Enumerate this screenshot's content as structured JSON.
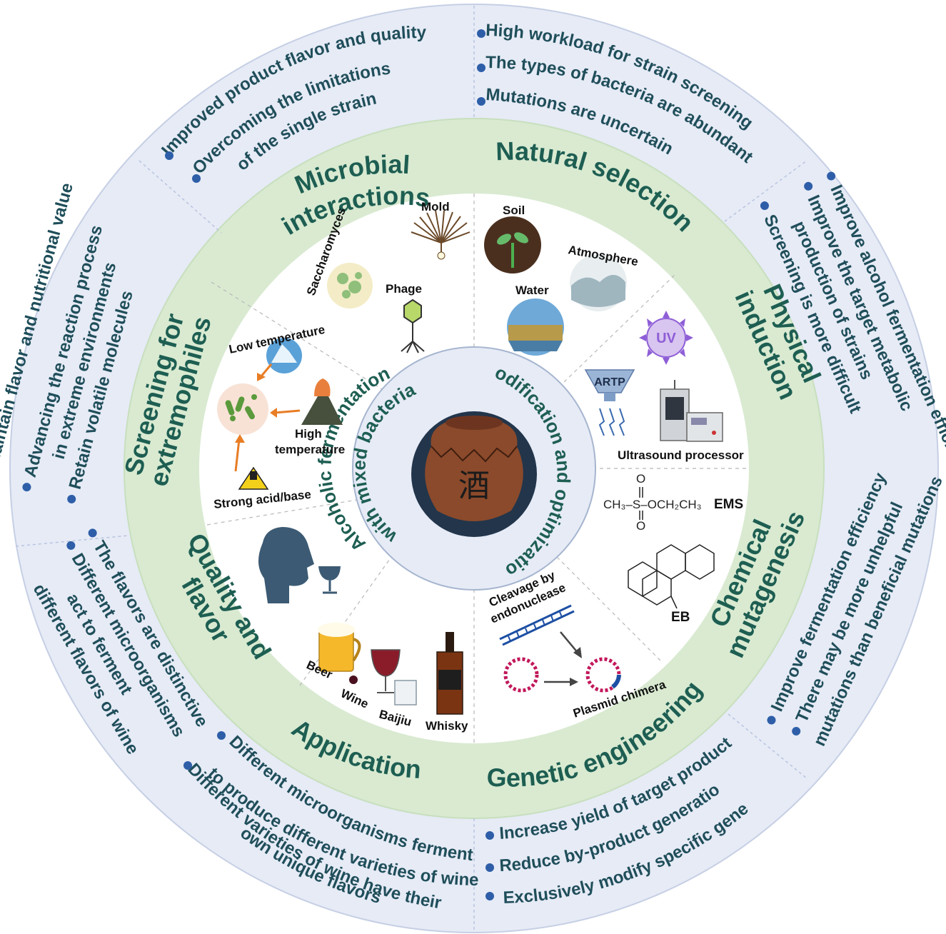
{
  "center": {
    "left_line1": "Alcoholic fermentation",
    "left_line2": "with mixed bacteria",
    "right": "Modification and optimization",
    "jar_char": "酒"
  },
  "sectors": {
    "microbial": [
      "Microbial",
      "interactions"
    ],
    "natural": "Natural selection",
    "physical": [
      "Physical",
      "induction"
    ],
    "chemical": [
      "Chemical",
      "mutagenesis"
    ],
    "genetic": "Genetic engineering",
    "application": "Application",
    "quality": [
      "Quality and",
      "flavor"
    ],
    "extremophiles": [
      "Screening for",
      "extremophiles"
    ]
  },
  "outer": {
    "top_left": [
      "Improved product flavor and quality",
      "Overcoming the limitations",
      "of the single strain"
    ],
    "top_right": [
      "High workload for strain screening",
      "The types of bacteria are abundant",
      "Mutations are uncertain"
    ],
    "right_upper": [
      "Improve alcohol fermentation efficiency",
      "Improve the target metabolic",
      "production of strains",
      "Screening is more difficult"
    ],
    "right_lower": [
      "Improve fermentation efficiency",
      "There may be more unhelpful",
      "mutations than beneficial mutations"
    ],
    "bottom_right": [
      "Increase yield of target products",
      "Reduce by-product generation",
      "Exclusively modify specific genes"
    ],
    "bottom_left": [
      "Different microorganisms ferment",
      "to produce different varieties of wine",
      "Different varieties of wine have their",
      "own unique flavors"
    ],
    "left_lower": [
      "The flavors are distinctive",
      "Different microorganisms",
      "act to ferment",
      "different flavors of wine"
    ],
    "left_upper": [
      "Maintain flavor and nutritional value",
      "Advancing the reaction process",
      "in extreme environments",
      "Retain volatile molecules"
    ]
  },
  "labels": {
    "mold": "Mold",
    "saccharomyces": "Saccharomyces",
    "phage": "Phage",
    "soil": "Soil",
    "atmosphere": "Atmosphere",
    "water": "Water",
    "uv": "UV",
    "artp": "ARTP",
    "ultrasound": "Ultrasound processor",
    "ems": "EMS",
    "eb": "EB",
    "cleavage": [
      "Cleavage by",
      "endonuclease"
    ],
    "plasmid": "Plasmid chimera",
    "beer": "Beer",
    "wine": "Wine",
    "baijiu": "Baijiu",
    "whisky": "Whisky",
    "low_temp": "Low temperature",
    "high_temp": [
      "High",
      "temperature"
    ],
    "acid": "Strong acid/base"
  },
  "chem": {
    "ems_formula": "CH₃–S–OCH₂CH₃",
    "o": "O"
  },
  "colors": {
    "outer_ring": "#e6ebf6",
    "green_ring": "#d9ead1",
    "inner_disk": "#ffffff",
    "center_ring": "#e6ebf6",
    "title": "#1e5e52",
    "outer_text": "#1f4e5a",
    "bullet": "#2e5ea8"
  }
}
